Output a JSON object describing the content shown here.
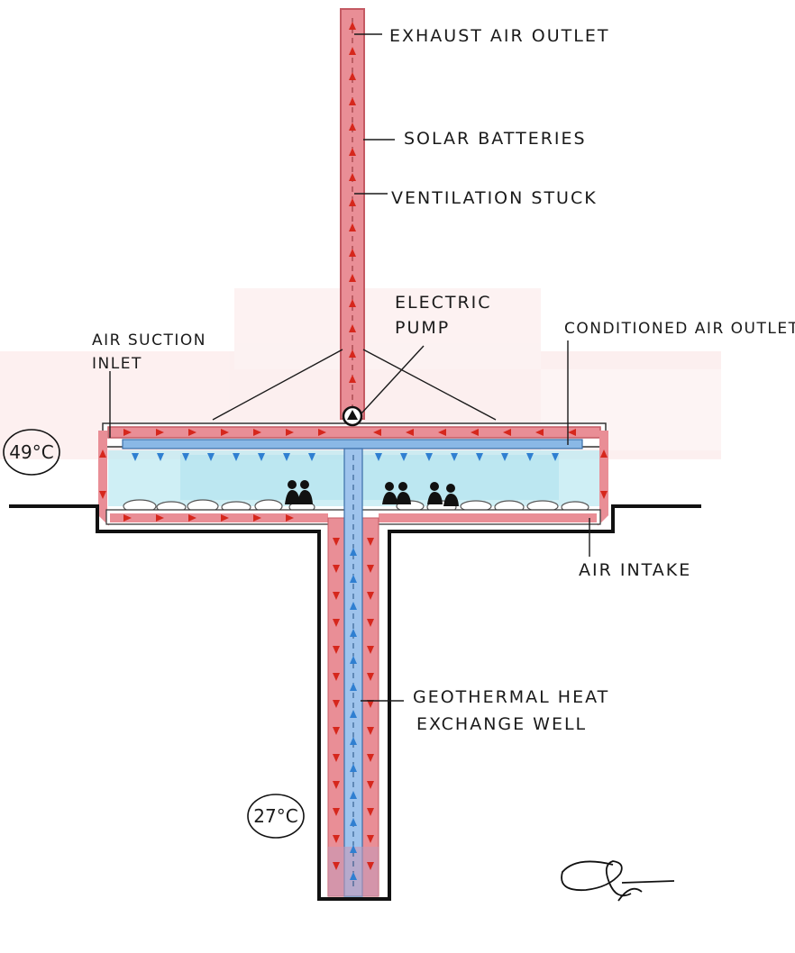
{
  "labels": {
    "exhaust": "EXHAUST AIR OUTLET",
    "solar": "SOLAR BATTERIES",
    "stack": "VENTILATION STUCK",
    "pump_line1": "ELECTRIC",
    "pump_line2": "PUMP",
    "suction_line1": "AIR SUCTION",
    "suction_line2": "INLET",
    "conditioned": "CONDITIONED AIR OUTLET",
    "intake": "AIR INTAKE",
    "well_line1": "GEOTHERMAL HEAT",
    "well_line2": "EXCHANGE WELL"
  },
  "temperatures": {
    "surface": "49°C",
    "underground": "27°C"
  },
  "colors": {
    "hot_air": "#e98e96",
    "hot_arrow": "#d6271c",
    "cool_air": "#8ab8e6",
    "cool_arrow": "#2f7fd1",
    "room_tint": "#bfe9f2",
    "outline": "#111111"
  },
  "icons": {
    "pump": "pump-icon",
    "signature": "signature-mark",
    "people": "people-silhouettes",
    "rocks": "rock-bed"
  }
}
